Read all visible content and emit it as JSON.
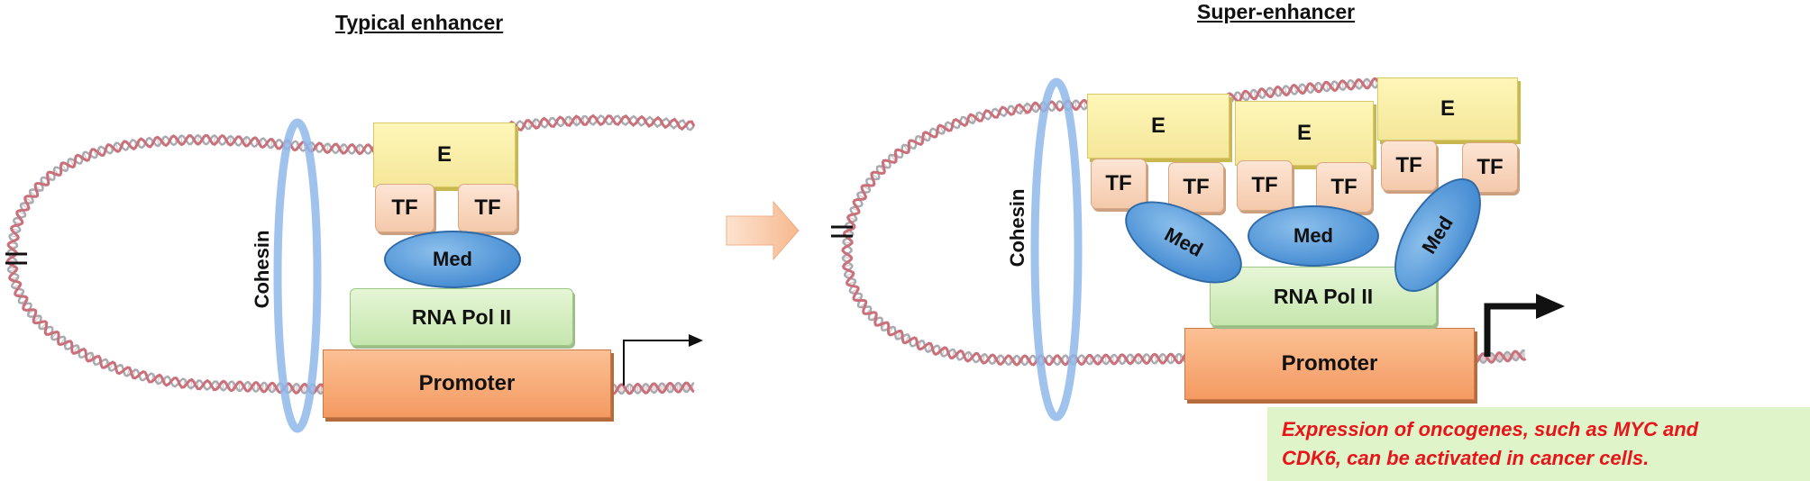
{
  "left": {
    "title": "Typical enhancer",
    "enhancer": "E",
    "tfs": [
      "TF",
      "TF"
    ],
    "mediator": "Med",
    "rna_pol": "RNA Pol II",
    "promoter": "Promoter",
    "cohesin": "Cohesin"
  },
  "right": {
    "title": "Super-enhancer",
    "enhancers": [
      "E",
      "E",
      "E"
    ],
    "tfs": [
      "TF",
      "TF",
      "TF",
      "TF",
      "TF",
      "TF"
    ],
    "mediators": [
      "Med",
      "Med",
      "Med"
    ],
    "rna_pol": "RNA Pol II",
    "promoter": "Promoter",
    "cohesin": "Cohesin"
  },
  "note": {
    "line1": "Expression of oncogenes, such as MYC and",
    "line2": "CDK6, can be activated in cancer cells."
  },
  "colors": {
    "dna_strand_a": "#c9707a",
    "dna_strand_b": "#a9a9b0",
    "cohesin": "#8fb8ea",
    "transition_arrow": "#f8c8a4",
    "note_text": "#e8141a",
    "note_bg": "#dff5c9"
  }
}
